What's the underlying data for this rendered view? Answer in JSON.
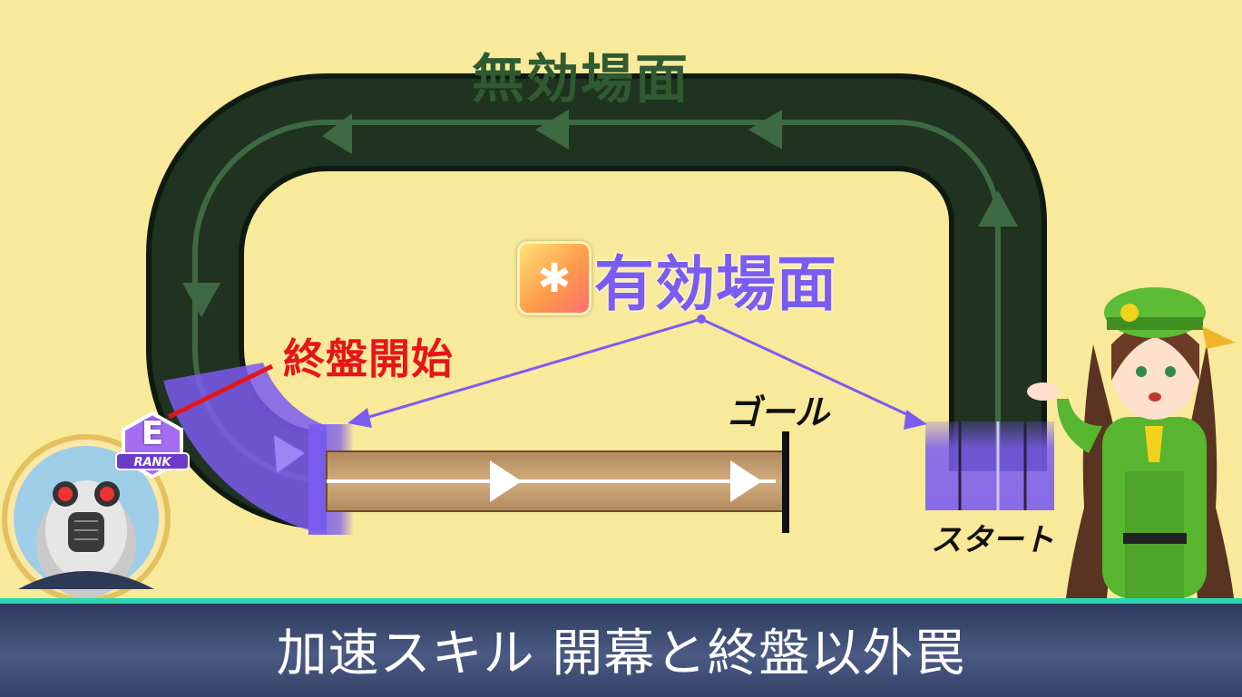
{
  "labels": {
    "invalid_phase": "無効場面",
    "valid_phase": "有効場面",
    "final_stage_start": "終盤開始",
    "goal": "ゴール",
    "start": "スタート"
  },
  "rank_badge": {
    "letter": "E",
    "text": "RANK"
  },
  "caption": "加速スキル 開幕と終盤以外罠",
  "icons": {
    "skill": "running-figure-icon"
  },
  "colors": {
    "background": "#f9e99a",
    "track_dark": "#1f3320",
    "track_inner": "#3d6a42",
    "straight": "#c9a273",
    "highlight": "#7b5cf0",
    "final_marker": "#e5161a",
    "caption_bar": "#3c4a72",
    "caption_accent": "#2bd6b0"
  }
}
